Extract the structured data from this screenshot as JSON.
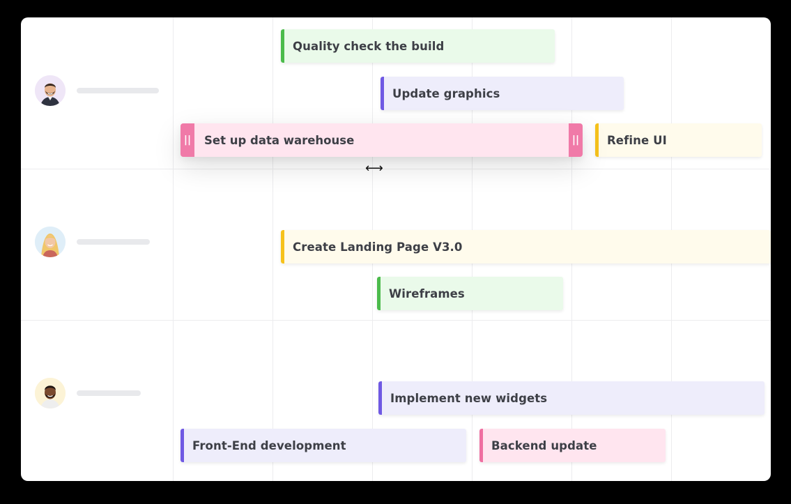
{
  "users": [
    {
      "avatar": "man-with-beard-avatar"
    },
    {
      "avatar": "blonde-woman-avatar"
    },
    {
      "avatar": "man-with-dark-beard-avatar"
    }
  ],
  "tasks": {
    "quality_check": "Quality check the build",
    "update_graphics": "Update graphics",
    "data_warehouse": "Set up data warehouse",
    "refine_ui": "Refine UI",
    "landing_page": "Create Landing Page V3.0",
    "wireframes": "Wireframes",
    "widgets": "Implement new widgets",
    "frontend": "Front-End development",
    "backend": "Backend update"
  },
  "handles": {
    "left": "||",
    "right": "||"
  },
  "cursor": "⟷",
  "colors": {
    "green_accent": "#4cbb4c",
    "purple_accent": "#6f59e3",
    "pink_accent": "#ef6fa1",
    "yellow_accent": "#f6c21c"
  }
}
